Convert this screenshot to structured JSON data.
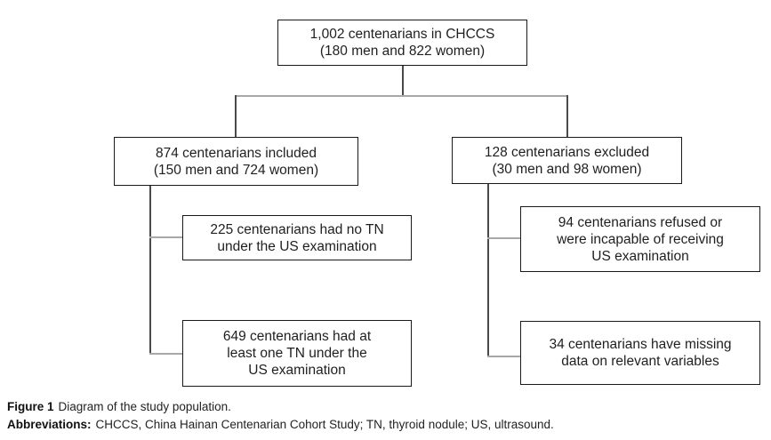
{
  "colors": {
    "background": "#ffffff",
    "box_border": "#1a1a1a",
    "text": "#1f1f1f",
    "connector_vertical": "#4a4a4a",
    "connector_horizontal": "#a8a8a8"
  },
  "nodes": {
    "total": {
      "lines": [
        "1,002 centenarians in CHCCS",
        "(180 men and 822 women)"
      ]
    },
    "included": {
      "lines": [
        "874 centenarians included",
        "(150 men and 724 women)"
      ]
    },
    "excluded": {
      "lines": [
        "128 centenarians excluded",
        "(30 men and 98 women)"
      ]
    },
    "no_tn": {
      "lines": [
        "225 centenarians had no TN",
        "under the US examination"
      ]
    },
    "with_tn": {
      "lines": [
        "649 centenarians had at",
        "least one TN under the",
        "US examination"
      ]
    },
    "refused": {
      "lines": [
        "94 centenarians refused or",
        "were incapable of receiving",
        "US examination"
      ]
    },
    "missing": {
      "lines": [
        "34 centenarians have missing",
        "data on relevant variables"
      ]
    }
  },
  "caption": {
    "label": "Figure 1",
    "text": "Diagram of the study population."
  },
  "abbreviations": {
    "label": "Abbreviations:",
    "text": "CHCCS, China Hainan Centenarian Cohort Study; TN, thyroid nodule; US, ultrasound."
  }
}
